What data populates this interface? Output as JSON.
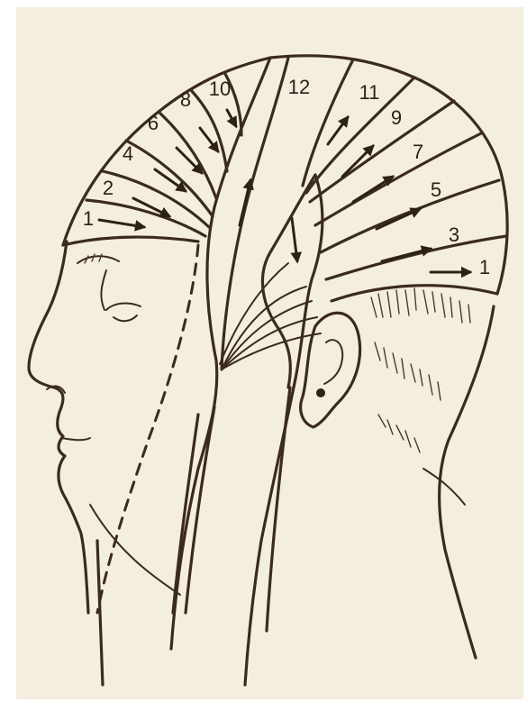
{
  "diagram": {
    "labels": [
      {
        "id": "left-1",
        "text": "1"
      },
      {
        "id": "left-2",
        "text": "2"
      },
      {
        "id": "left-4",
        "text": "4"
      },
      {
        "id": "left-6",
        "text": "6"
      },
      {
        "id": "left-8",
        "text": "8"
      },
      {
        "id": "left-10",
        "text": "10"
      },
      {
        "id": "top-12",
        "text": "12"
      },
      {
        "id": "right-11",
        "text": "11"
      },
      {
        "id": "right-9",
        "text": "9"
      },
      {
        "id": "right-7",
        "text": "7"
      },
      {
        "id": "right-5",
        "text": "5"
      },
      {
        "id": "right-3",
        "text": "3"
      },
      {
        "id": "right-1",
        "text": "1"
      }
    ],
    "colors": {
      "ink": "#3a2b1e",
      "paper": "#f4eee0"
    }
  }
}
